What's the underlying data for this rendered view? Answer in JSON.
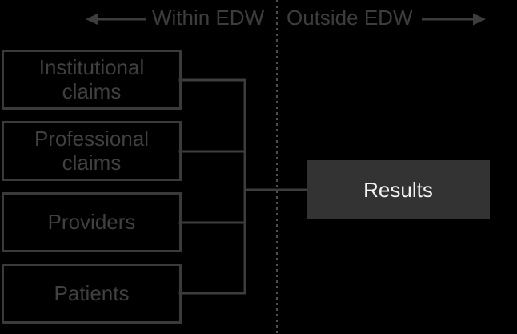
{
  "theme": {
    "background": "#000000",
    "line": "#3d3d3d",
    "box_border": "#3a3a3a",
    "box_text": "#404040",
    "header_text": "#3d3d3d",
    "divider": "#4f4f4f",
    "results_bg": "#333333",
    "results_text": "#f2f2f2"
  },
  "header": {
    "within_label": "Within EDW",
    "outside_label": "Outside EDW",
    "left_arrow_icon": "left-arrow",
    "right_arrow_icon": "right-arrow"
  },
  "diagram": {
    "sources": [
      {
        "label": "Institutional claims"
      },
      {
        "label": "Professional claims"
      },
      {
        "label": "Providers"
      },
      {
        "label": "Patients"
      }
    ],
    "target": {
      "label": "Results"
    }
  }
}
